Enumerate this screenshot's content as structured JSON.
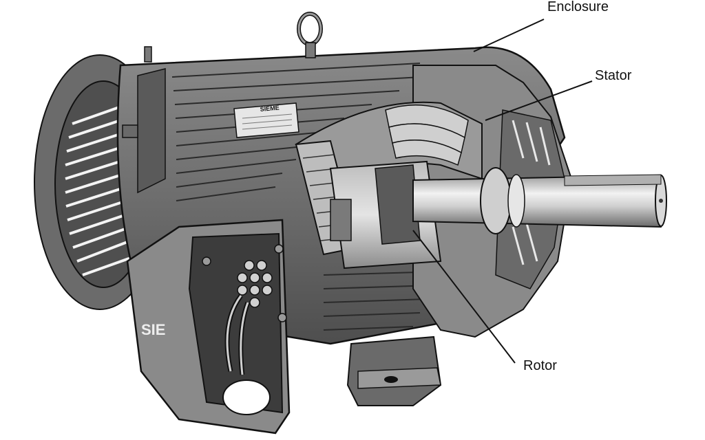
{
  "labels": {
    "enclosure": "Enclosure",
    "stator": "Stator",
    "rotor": "Rotor"
  },
  "plate_text": {
    "nameplate": "SIEME",
    "terminal_box": "SIE"
  },
  "colors": {
    "body_dark": "#5c5c5c",
    "body_mid": "#7a7a7a",
    "body_light": "#a8a8a8",
    "metal_light": "#d9d9d9",
    "outline": "#111111",
    "background": "#ffffff"
  }
}
